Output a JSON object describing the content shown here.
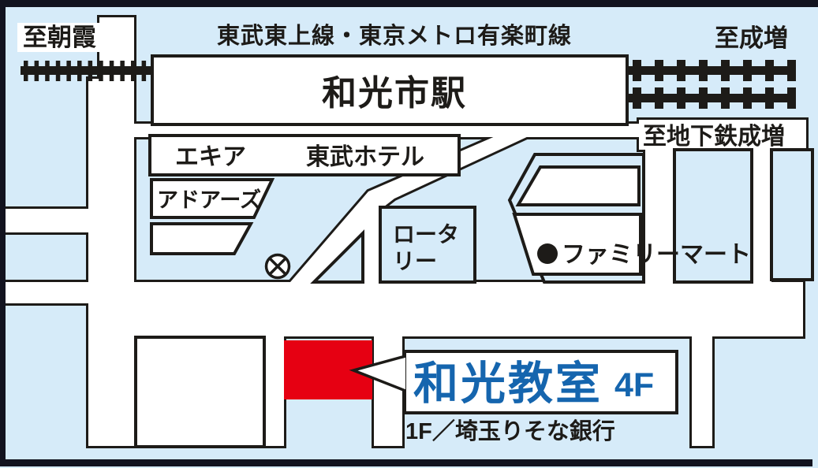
{
  "map": {
    "colors": {
      "background": "#d6ebf9",
      "line": "#1d1b18",
      "frame": "#12131f",
      "red": "#e60012",
      "accent": "#1565ae",
      "road": "#ffffff"
    },
    "directions": {
      "to_asaka": "至朝霞",
      "to_narimasu": "至成増",
      "to_subway_narimasu": "至地下鉄成増"
    },
    "railway": {
      "line_name": "東武東上線・東京メトロ有楽町線"
    },
    "station": {
      "name": "和光市駅"
    },
    "places": {
      "equia": "エキア",
      "tobu_hotel": "東武ホテル",
      "adores": "アドアーズ",
      "rotary_line1": "ロータ",
      "rotary_line2": "リー",
      "familymart": "ファミリーマート"
    },
    "destination": {
      "name": "和光教室",
      "floor": "4F",
      "building_info": "1F／埼玉りそな銀行"
    }
  }
}
